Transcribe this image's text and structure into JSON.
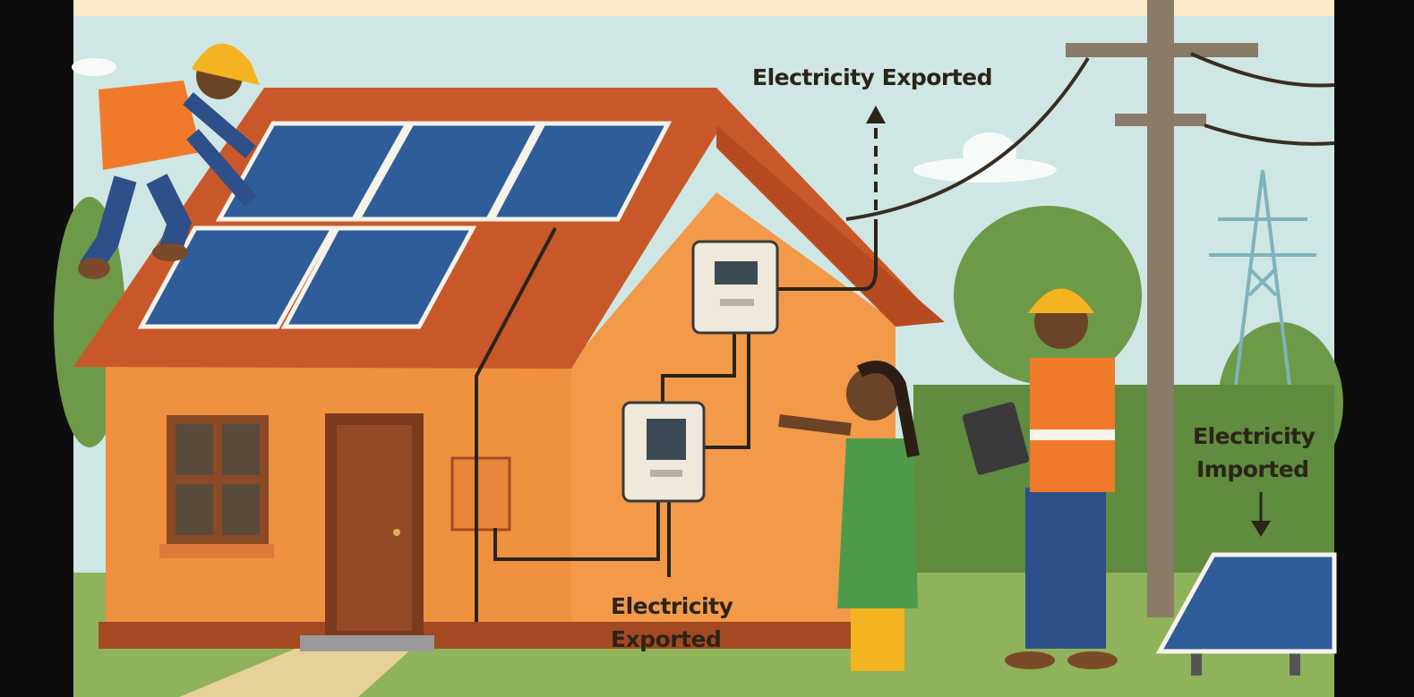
{
  "labels": {
    "exported_top": "Electricity Exported",
    "exported_bottom_line1": "Electricity",
    "exported_bottom_line2": "Exported",
    "imported_line1": "Electricity",
    "imported_line2": "Imported"
  },
  "colors": {
    "sky": "#cfe7e4",
    "house_wall": "#f0913f",
    "roof": "#c8582a",
    "panel": "#2f5d9a",
    "grass": "#8fb35a",
    "vest": "#f07a2a",
    "helmet": "#f4b321"
  }
}
